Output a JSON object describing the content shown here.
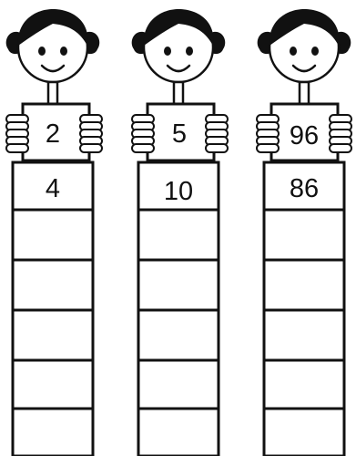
{
  "figures": [
    {
      "sign_number": "2",
      "ladder_cells": [
        "4",
        "",
        "",
        "",
        "",
        ""
      ]
    },
    {
      "sign_number": "5",
      "ladder_cells": [
        "10",
        "",
        "",
        "",
        "",
        ""
      ]
    },
    {
      "sign_number": "96",
      "ladder_cells": [
        "86",
        "",
        "",
        "",
        "",
        ""
      ]
    }
  ],
  "colors": {
    "line": "#111111",
    "fill": "#ffffff"
  },
  "icons": {
    "head": "girl-head-icon",
    "pigtail": "pigtail-icon",
    "hand": "hand-icon"
  }
}
